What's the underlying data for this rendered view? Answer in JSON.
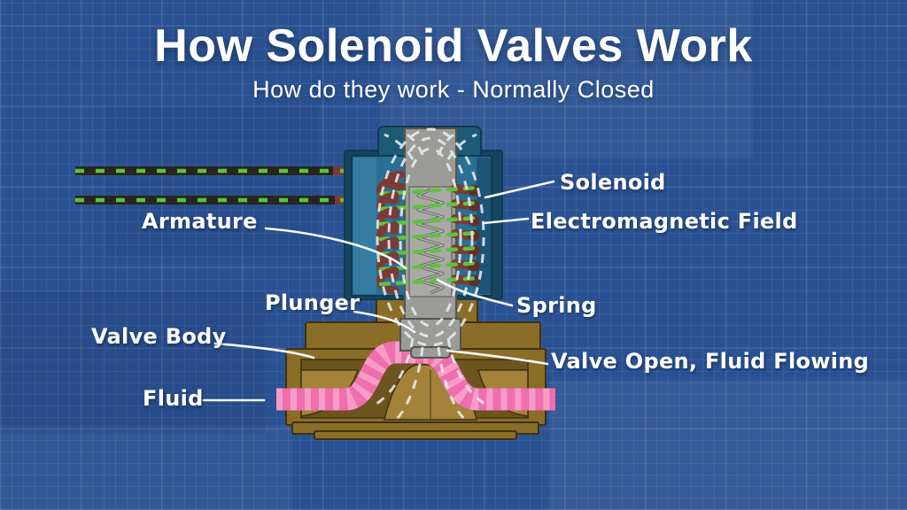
{
  "header": {
    "title": "How Solenoid Valves Work",
    "subtitle": "How do they work - Normally Closed"
  },
  "labels": {
    "solenoid": "Solenoid",
    "electromagnetic_field": "Electromagnetic Field",
    "armature": "Armature",
    "plunger": "Plunger",
    "spring": "Spring",
    "valve_body": "Valve Body",
    "valve_open": "Valve Open, Fluid Flowing",
    "fluid": "Fluid"
  },
  "colors": {
    "background": "#2a5292",
    "text": "#ffffff",
    "coil-housing": "#2a6f94",
    "coil-housing-light": "#3a82a6",
    "coil-housing-dark": "#1c5578",
    "coil-frame": "#16455e",
    "coil-cap": "#1d5a74",
    "coil-wire": "#7b3a33",
    "coil-wire-dark": "#632d28",
    "current-dash": "#5cc33f",
    "wire-black": "#26261f",
    "plunger-gray": "#9b9b97",
    "plunger-border": "#55554f",
    "spring-panel": "#a9a9a5",
    "spring-gray": "#6f6f6b",
    "field-line": "#e9edf1",
    "valve-brown": "#8a6d26",
    "valve-brown-dark": "#6d5520",
    "valve-brown-light": "#a3823a",
    "valve-outline": "#3f3110",
    "fluid-pink": "#ef6fae",
    "fluid-pink-light": "#f79cc9",
    "leader-line": "#f5f7fa"
  }
}
